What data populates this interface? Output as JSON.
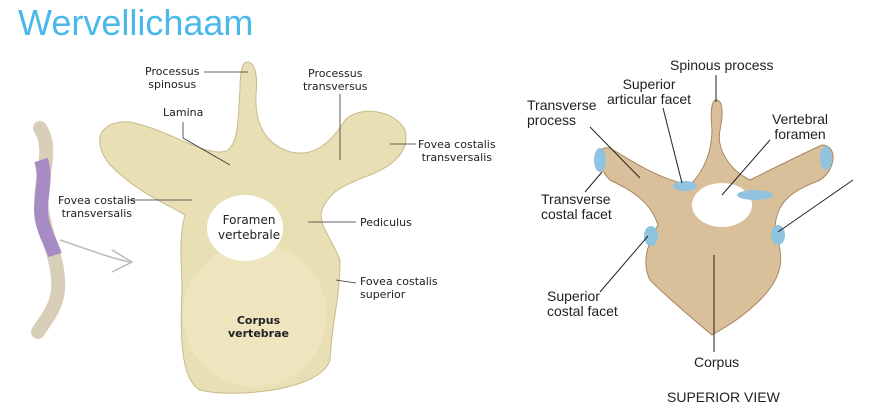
{
  "title": "Wervellichaam",
  "left_figure": {
    "labels": {
      "processus_spinosus": [
        "Processus",
        "spinosus"
      ],
      "processus_transversus": [
        "Processus",
        "transversus"
      ],
      "lamina": "Lamina",
      "fovea_transversalis_right": [
        "Fovea costalis",
        "transversalis"
      ],
      "fovea_transversalis_left": [
        "Fovea costalis",
        "transversalis"
      ],
      "foramen": [
        "Foramen",
        "vertebrale"
      ],
      "pediculus": "Pediculus",
      "fovea_superior": [
        "Fovea costalis",
        "superior"
      ],
      "corpus": [
        "Corpus",
        "vertebrae"
      ]
    }
  },
  "right_figure": {
    "labels": {
      "spinous_process": "Spinous process",
      "superior_articular_facet": [
        "Superior",
        "articular facet"
      ],
      "transverse_process": [
        "Transverse",
        "process"
      ],
      "vertebral_foramen": [
        "Vertebral",
        "foramen"
      ],
      "transverse_costal_facet": [
        "Transverse",
        "costal facet"
      ],
      "superior_costal_facet": [
        "Superior",
        "costal facet"
      ],
      "corpus": "Corpus"
    },
    "caption": "SUPERIOR VIEW"
  }
}
